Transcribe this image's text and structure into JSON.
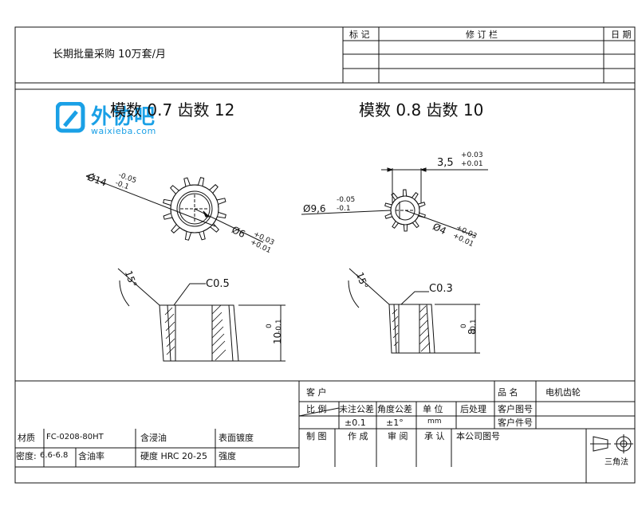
{
  "header": {
    "purchase_note": "长期批量采购  10万套/月",
    "revision_label_mark": "标 记",
    "revision_label_rev": "修 订 栏",
    "revision_label_date": "日 期"
  },
  "watermark": {
    "brand": "外协吧",
    "site": "waixieba.com",
    "color": "#1aa0e6",
    "icon": "waixieba-logo-icon"
  },
  "gear_left": {
    "title": "模数 0.7 齿数 12",
    "outer_dia": "Ø14",
    "outer_tol_upper": "-0.05",
    "outer_tol_lower": "-0.1",
    "bore_dia": "Ø6",
    "bore_tol_upper": "+0.03",
    "bore_tol_lower": "+0.01",
    "angle": "15°",
    "chamfer": "C0.5",
    "height": "10",
    "height_tol_upper": "0",
    "height_tol_lower": "-0.1"
  },
  "gear_right": {
    "title": "模数 0.8 齿数 10",
    "flat_dim": "3,5",
    "flat_tol_upper": "+0.03",
    "flat_tol_lower": "+0.01",
    "outer_dia": "Ø9,6",
    "outer_tol_upper": "-0.05",
    "outer_tol_lower": "-0.1",
    "bore_dia": "Ø4",
    "bore_tol_upper": "+0.03",
    "bore_tol_lower": "+0.01",
    "angle": "15°",
    "chamfer": "C0.3",
    "height": "8",
    "height_tol_upper": "0",
    "height_tol_lower": "-0.1"
  },
  "title_block": {
    "customer_label": "客 户",
    "product_label": "品     名",
    "product_value": "电机齿轮",
    "scale_label": "比 例",
    "untol_label": "未注公差",
    "angle_tol_label": "角度公差",
    "unit_label": "单 位",
    "post_label": "后处理",
    "cust_drawing_label": "客户图号",
    "untol_value": "±0.1",
    "angle_tol_value": "±1°",
    "unit_value": "mm",
    "cust_part_label": "客户件号",
    "drawn_label": "制 图",
    "made_label": "作 成",
    "review_label": "审 阅",
    "approve_label": "承 认",
    "company_drawing_label": "本公司图号",
    "material_label": "材质",
    "material_value": "FC-0208-80HT",
    "oil_label": "含浸油",
    "surface_label": "表面镀度",
    "density_label": "密度:",
    "density_value": "6.6-6.8",
    "oil_rate_label": "含油率",
    "hardness_label": "硬度 HRC 20-25",
    "strength_label": "强度",
    "projection_label": "三角法"
  }
}
